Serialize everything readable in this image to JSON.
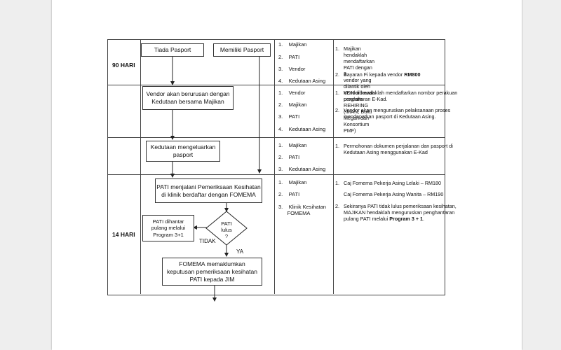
{
  "rows": [
    {
      "day": "90 HARI",
      "parties": [
        "Majikan",
        "PATI",
        "Vendor",
        "Kedutaan Asing"
      ],
      "notes": [
        {
          "num": "1.",
          "lines": [
            "Majikan hendaklah mendaftarkan PATI dengan 3",
            "vendor yang dilantik oleh KDN dibawah program",
            "REHIRING (IMAN, Bukti Megah dan Konsortium",
            "PMF)"
          ]
        },
        {
          "num": "2.",
          "text": "Bayaran Fi kepada vendor",
          "bold": "RM800"
        }
      ]
    },
    {
      "day": "",
      "parties": [
        "Vendor",
        "Majikan",
        "PATI",
        "Kedutaan Asing"
      ],
      "notes": [
        {
          "num": "1.",
          "lines": [
            "Vendor hendaklah mendaftarkan nombor perakuan",
            "pendaftaran E-Kad."
          ]
        },
        {
          "num": "2.",
          "lines": [
            "Vendor akan menguruskan pelaksanaan proses",
            "mendapatkan pasport di Kedutaan Asing."
          ]
        }
      ]
    },
    {
      "day": "",
      "parties": [
        "Majikan",
        "PATI",
        "Kedutaan Asing"
      ],
      "notes": [
        {
          "num": "1.",
          "lines": [
            "Permohonan dokumen perjalanan dan pasport di",
            "Kedutaan Asing menggunakan E-Kad"
          ]
        }
      ]
    },
    {
      "day": "14 HARI",
      "parties": [
        "Majikan",
        "PATI",
        "Klinik  Kesihatan",
        "FOMEMA"
      ],
      "notes": [
        {
          "num": "1.",
          "lines": [
            "Caj Fomema Pekerja Asing Lelaki – RM180"
          ]
        },
        {
          "num": "",
          "lines": [
            "Caj Fomema Pekerja Asing  Wanita – RM190"
          ]
        },
        {
          "num": "2.",
          "lines": [
            "Sekiranya PATI tidak lulus pemeriksaan kesihatan,",
            "MAJIKAN  hendaklah  menguruskan  penghantaran"
          ],
          "text": "pulang PATI melalui",
          "bold": "Program 3 + 1",
          "tail": "."
        }
      ]
    }
  ],
  "flow": {
    "tiada_pasport": "Tiada Pasport",
    "memiliki_pasport": "Memiliki Pasport",
    "vendor_box": [
      "Vendor akan berurusan dengan",
      "Kedutaan bersama Majikan"
    ],
    "kedutaan_box": [
      "Kedutaan mengeluarkan",
      "pasport"
    ],
    "pati_box": [
      "PATI menjalani Pemeriksaan Kesihatan",
      "di klinik berdaftar dengan FOMEMA"
    ],
    "decision": [
      "PATI",
      "lulus",
      "?"
    ],
    "dihantar_box": [
      "PATI dihantar",
      "pulang melalui",
      "Program 3+1"
    ],
    "tidak": "TIDAK",
    "ya": "YA",
    "fomema_box": [
      "FOMEMA memaklumkan",
      "keputusan pemeriksaan kesihatan",
      "PATI kepada JIM"
    ]
  }
}
